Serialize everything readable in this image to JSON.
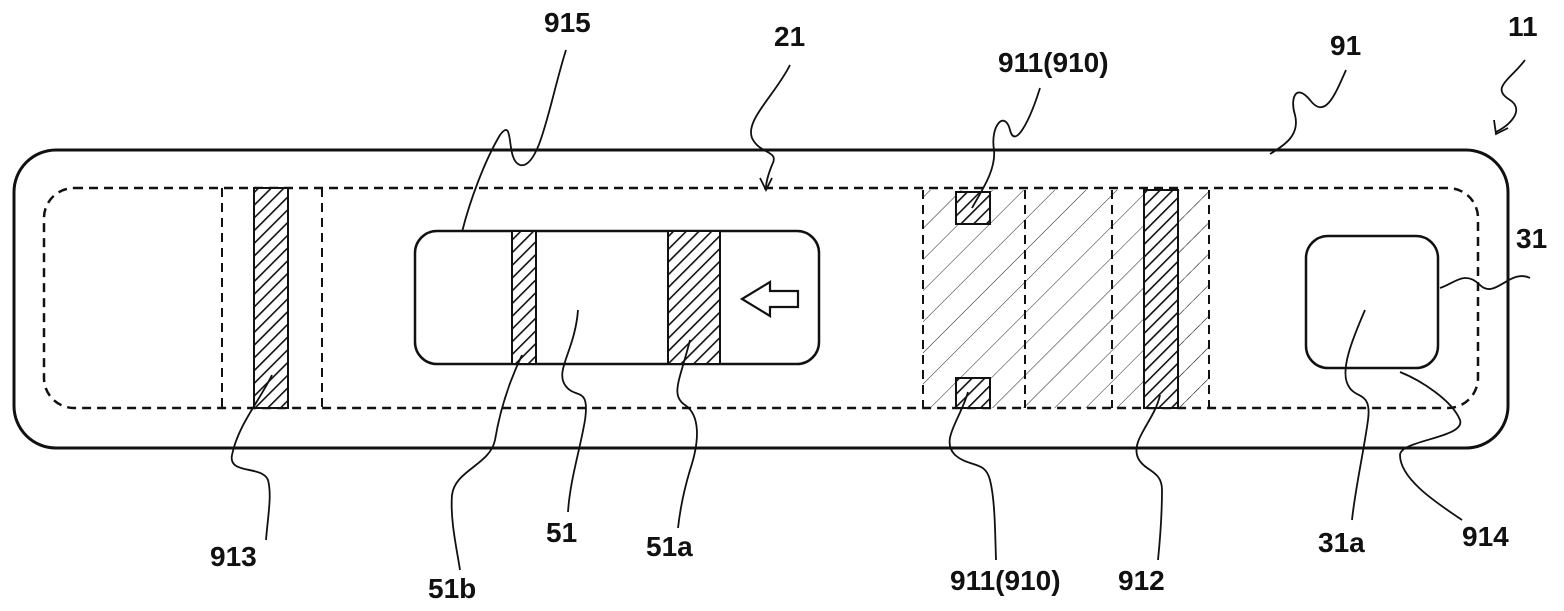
{
  "labels": {
    "l915": "915",
    "l21": "21",
    "l911_top": "911(910)",
    "l91": "91",
    "l11": "11",
    "l31": "31",
    "l913": "913",
    "l51b": "51b",
    "l51": "51",
    "l51a": "51a",
    "l911_bottom": "911(910)",
    "l912": "912",
    "l31a": "31a",
    "l914": "914"
  },
  "icons": {
    "flow_arrow": "left-arrow-icon"
  },
  "colors": {
    "stroke": "#111111",
    "background": "#ffffff"
  }
}
